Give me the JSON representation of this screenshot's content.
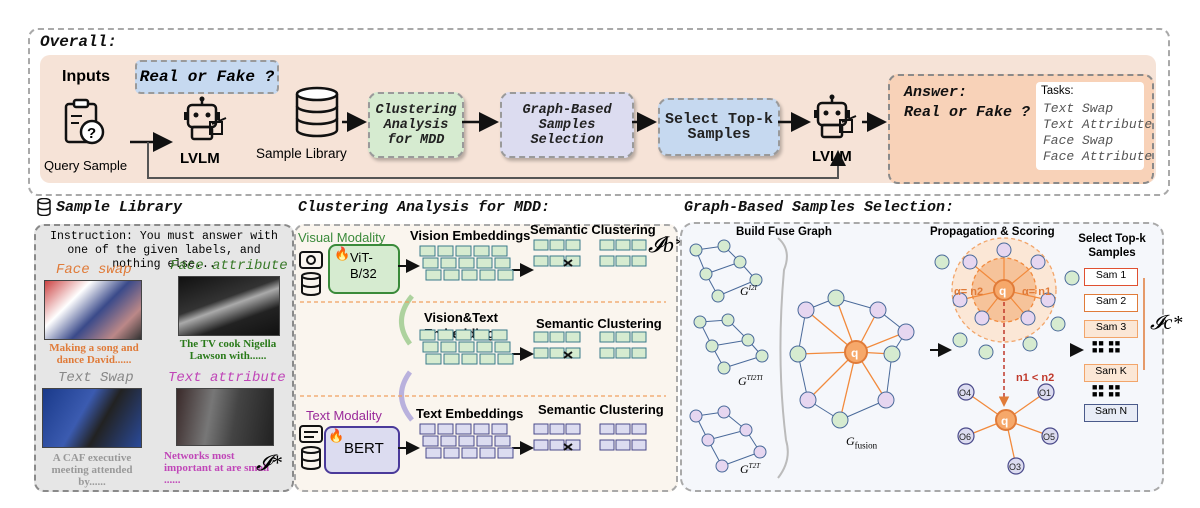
{
  "overall": {
    "title": "Overall:",
    "inputs_label": "Inputs",
    "question": "Real or Fake ?",
    "query_sample": "Query Sample",
    "lvlm": "LVLM",
    "sample_library": "Sample Library",
    "step_clustering": "Clustering Analysis for MDD",
    "step_graph": "Graph-Based Samples Selection",
    "step_select": "Select Top-k Samples",
    "lvlm2": "LVLM",
    "answer_line1": "Answer:",
    "answer_line2": "Real or Fake ?",
    "tasks_title": "Tasks:",
    "tasks": [
      "Text Swap",
      "Text Attribute",
      "Face Swap",
      "Face Attribute"
    ]
  },
  "library": {
    "title": "Sample Library",
    "instruction": "Instruction: You must answer with one of the given labels, and nothing else...",
    "face_swap": "Face swap",
    "face_swap_caption": "Making a song and dance David......",
    "face_attribute": "Face attribute",
    "face_attribute_caption": "The TV cook Nigella Lawson with......",
    "text_swap": "Text Swap",
    "text_swap_caption": "A CAF executive meeting attended by......",
    "text_attribute": "Text attribute",
    "text_attribute_caption": "Networks most important at are small ......",
    "symbol": "𝓘*"
  },
  "clustering": {
    "title": "Clustering Analysis for MDD:",
    "visual_modality": "Visual Modality",
    "vit": "ViT-B/32",
    "vision_embeddings": "Vision Embeddings",
    "semantic_clustering": "Semantic Clustering",
    "ib": "𝓘b*",
    "vt_embeddings": "Vision&Text Embeddings",
    "text_modality": "Text Modality",
    "bert": "BERT",
    "text_embeddings": "Text Embeddings"
  },
  "graph": {
    "title": "Graph-Based Samples Selection:",
    "build": "Build Fuse Graph",
    "g_i2i": "G",
    "g_i2i_sup": "I2I",
    "g_ti2ti_sup": "TI2TI",
    "g_t2t_sup": "T2T",
    "g_fusion_sub": "fusion",
    "prop": "Propagation & Scoring",
    "q": "q",
    "a_n2": "α= n2",
    "a_n1": "α= n1",
    "n1n2": "n1 < n2",
    "select_title": "Select Top-k Samples",
    "sams": [
      "Sam 1",
      "Sam 2",
      "Sam 3",
      "Sam K",
      "Sam N"
    ],
    "ic": "𝓘c*",
    "o_nodes": [
      "O4",
      "O1",
      "O6",
      "O5",
      "O3"
    ]
  },
  "colors": {
    "peach": "#f6e3d7",
    "blue_box": "#c6d9f0",
    "green_box": "#d6ebd0",
    "purple_box": "#dcdcf0",
    "orange": "#f28a3c",
    "answer_bg": "#f8d2b8"
  }
}
